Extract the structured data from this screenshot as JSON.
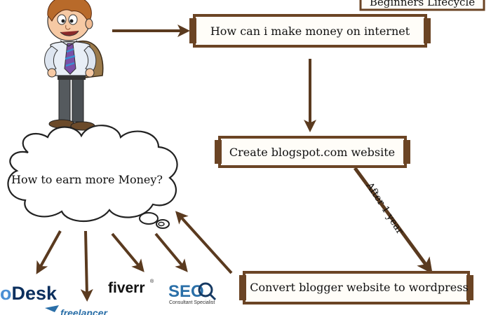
{
  "diagram": {
    "title": "Beginners Lifecycle",
    "steps": {
      "step1": "How can i make money on internet",
      "step2": "Create blogspot.com website",
      "step3": "Convert blogger website to wordpress"
    },
    "edge_label": "After 1 year",
    "thought_cloud": "How to earn more Money?",
    "logos": {
      "odesk_o": "o",
      "odesk_rest": "Desk",
      "fiverr": "fiverr",
      "fiverr_tm": "®",
      "seo": "SEO",
      "seo_sub": "Consultant Specialist",
      "freelancer": "freelancer"
    }
  },
  "colors": {
    "arrow": "#5a3a1f",
    "box_border": "#6b4424",
    "box_fill": "#fffdf8",
    "odesk_o": "#4a8fd4",
    "odesk_text": "#0b2f5e",
    "seo_blue": "#2a6fa8",
    "seo_dark": "#163a63"
  }
}
